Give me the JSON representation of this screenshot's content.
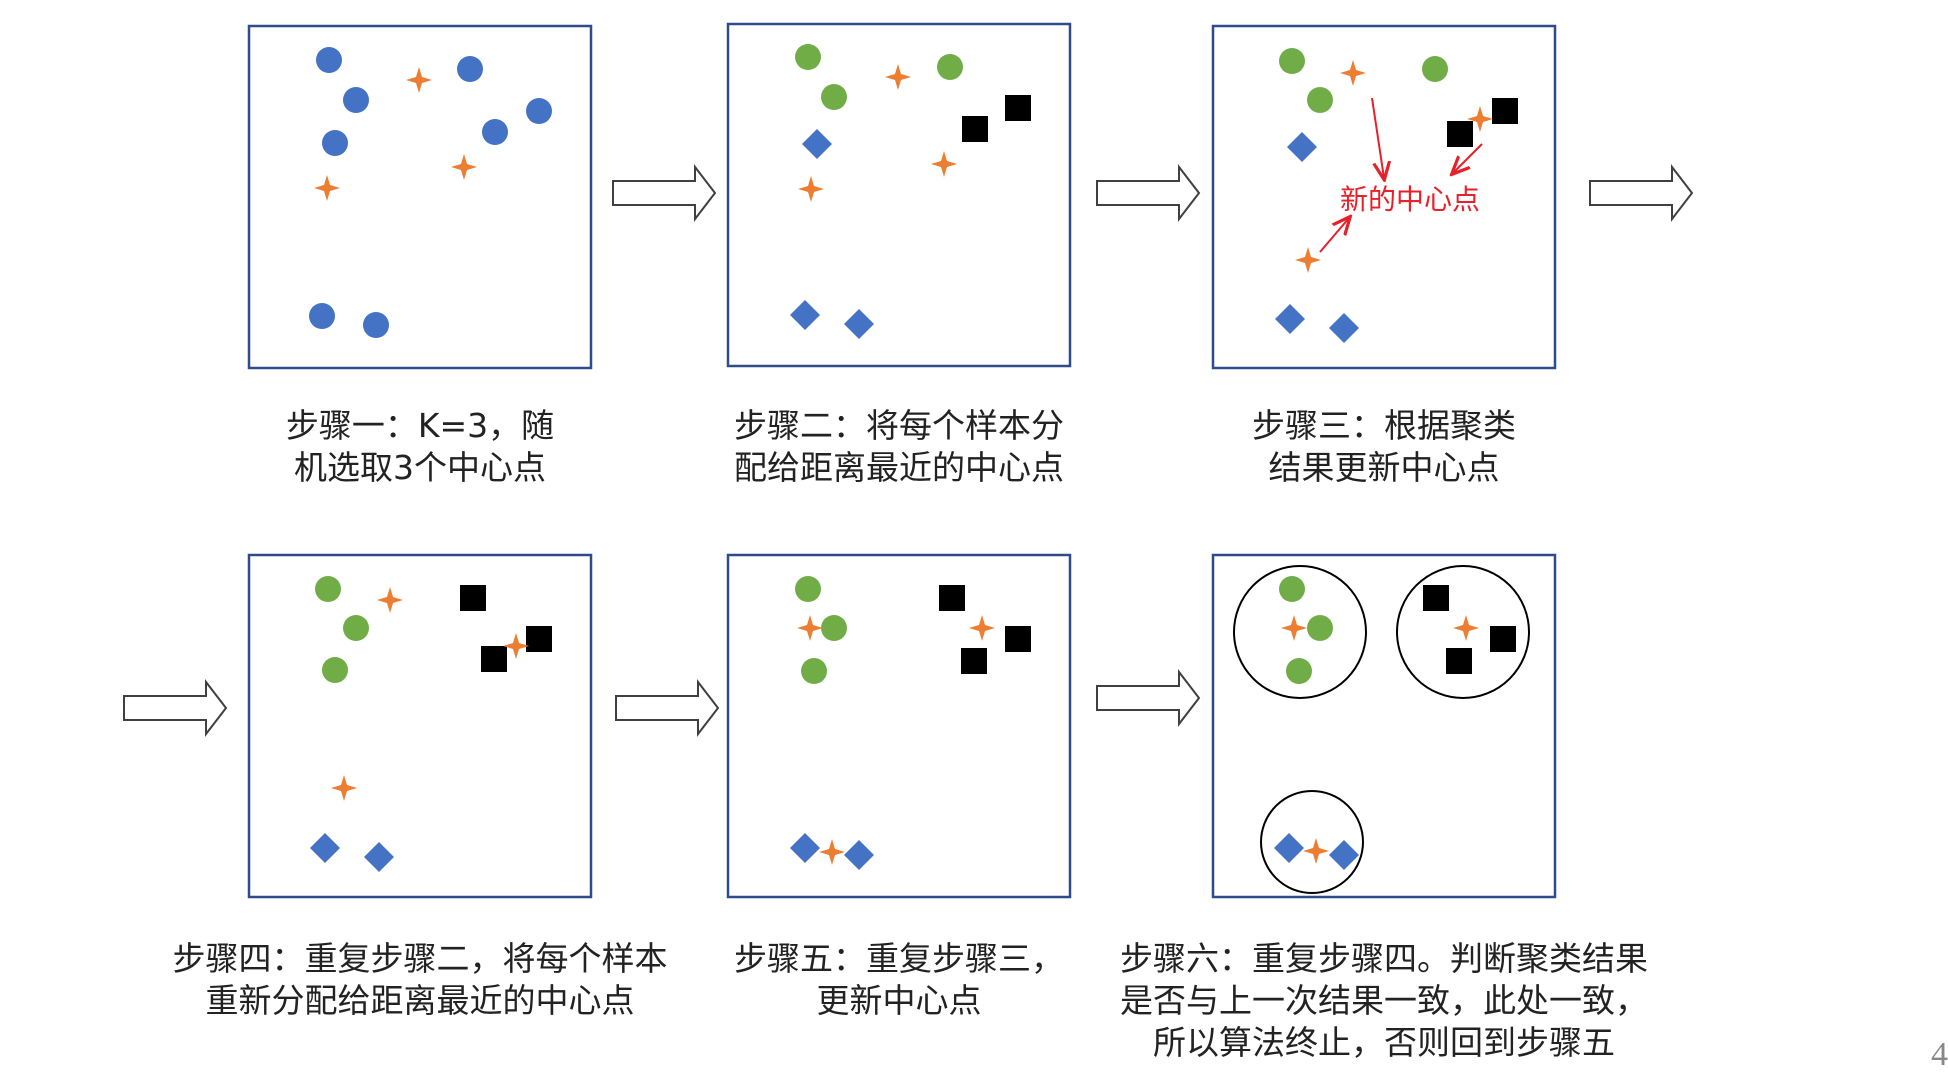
{
  "colors": {
    "blue": "#4472C4",
    "green": "#70AD47",
    "black": "#000000",
    "centroid": "#ED7D31",
    "annotation": "#E8202A",
    "panel_border": "#2F4B8A"
  },
  "markers": {
    "blue_point": "circle",
    "blue_cluster": "diamond",
    "green_cluster": "circle",
    "black_cluster": "square",
    "centroid": "four-point-star"
  },
  "annotation": {
    "new_centers": "新的中心点"
  },
  "steps": [
    {
      "id": "step1",
      "lines": [
        "步骤一：K=3，随",
        "机选取3个中心点"
      ]
    },
    {
      "id": "step2",
      "lines": [
        "步骤二：将每个样本分",
        "配给距离最近的中心点"
      ]
    },
    {
      "id": "step3",
      "lines": [
        "步骤三：根据聚类",
        "结果更新中心点"
      ]
    },
    {
      "id": "step4",
      "lines": [
        "步骤四：重复步骤二，将每个样本",
        "重新分配给距离最近的中心点"
      ]
    },
    {
      "id": "step5",
      "lines": [
        "步骤五：重复步骤三，",
        "更新中心点"
      ]
    },
    {
      "id": "step6",
      "lines": [
        "步骤六：重复步骤四。判断聚类结果",
        "是否与上一次结果一致，此处一致，",
        "所以算法终止，否则回到步骤五"
      ]
    }
  ],
  "page_number": "4"
}
